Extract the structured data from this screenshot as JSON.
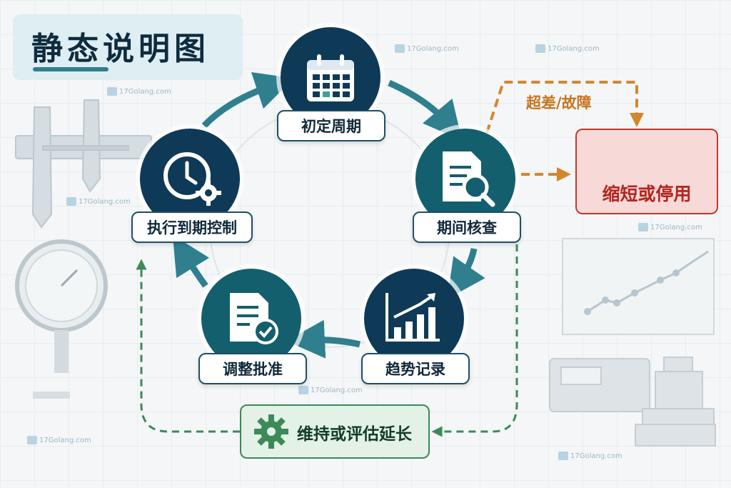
{
  "title": "静态说明图",
  "steps": [
    {
      "label": "初定周期",
      "icon": "calendar-icon"
    },
    {
      "label": "期间核查",
      "icon": "document-search-icon"
    },
    {
      "label": "趋势记录",
      "icon": "bar-chart-trend-icon"
    },
    {
      "label": "调整批准",
      "icon": "document-check-icon"
    },
    {
      "label": "执行到期控制",
      "icon": "clock-gear-icon"
    }
  ],
  "exception": {
    "label": "超差/故障",
    "action": "缩短或停用",
    "icon": "warning-icon"
  },
  "maintain": {
    "label": "维持或评估延长",
    "icon": "gear-icon"
  },
  "watermark": "17Golang.com",
  "colors": {
    "navy": "#0f3a57",
    "teal": "#135f6d",
    "arrow": "#2f7f8f",
    "orange": "#d4862e",
    "red": "#c0392b",
    "green": "#3b8a58"
  }
}
